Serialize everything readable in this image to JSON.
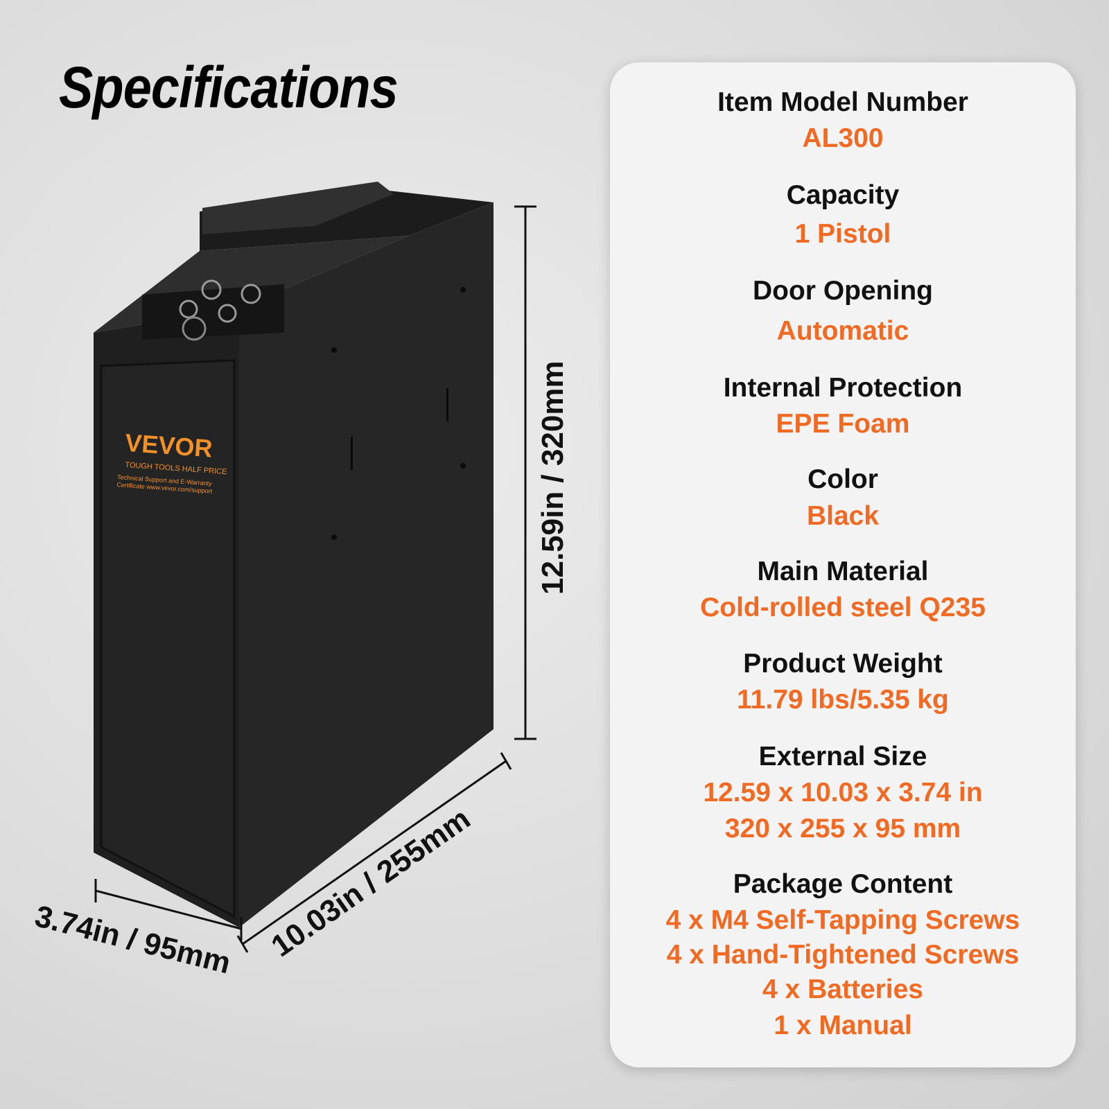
{
  "title": "Specifications",
  "colors": {
    "accent": "#f06a23",
    "label": "#111111",
    "card": "#f3f3f3",
    "product": "#2a2a2a"
  },
  "product": {
    "brand_logo": "VEVOR",
    "brand_tagline": "TOUGH TOOLS HALF PRICE",
    "brand_support": "Technical Support and E-Warranty Certificate www.vevor.com/support",
    "keypad_icon": "fingerprint-keypad-icon"
  },
  "dimensions": {
    "height": "12.59in / 320mm",
    "length": "10.03in / 255mm",
    "width": "3.74in / 95mm"
  },
  "specs": [
    {
      "label": "Item Model Number",
      "values": [
        "AL300"
      ]
    },
    {
      "label": "Capacity",
      "values": [
        "1 Pistol"
      ]
    },
    {
      "label": "Door Opening",
      "values": [
        "Automatic"
      ]
    },
    {
      "label": "Internal Protection",
      "values": [
        "EPE Foam"
      ]
    },
    {
      "label": "Color",
      "values": [
        "Black"
      ]
    },
    {
      "label": "Main Material",
      "values": [
        "Cold-rolled steel Q235"
      ]
    },
    {
      "label": "Product Weight",
      "values": [
        "11.79 lbs/5.35 kg"
      ]
    },
    {
      "label": "External Size",
      "values": [
        "12.59 x 10.03 x 3.74 in",
        "320 x 255 x 95 mm"
      ]
    },
    {
      "label": "Package Content",
      "values": [
        "4 x M4 Self-Tapping Screws",
        "4 x Hand-Tightened Screws",
        "4 x Batteries",
        "1 x Manual"
      ]
    }
  ]
}
